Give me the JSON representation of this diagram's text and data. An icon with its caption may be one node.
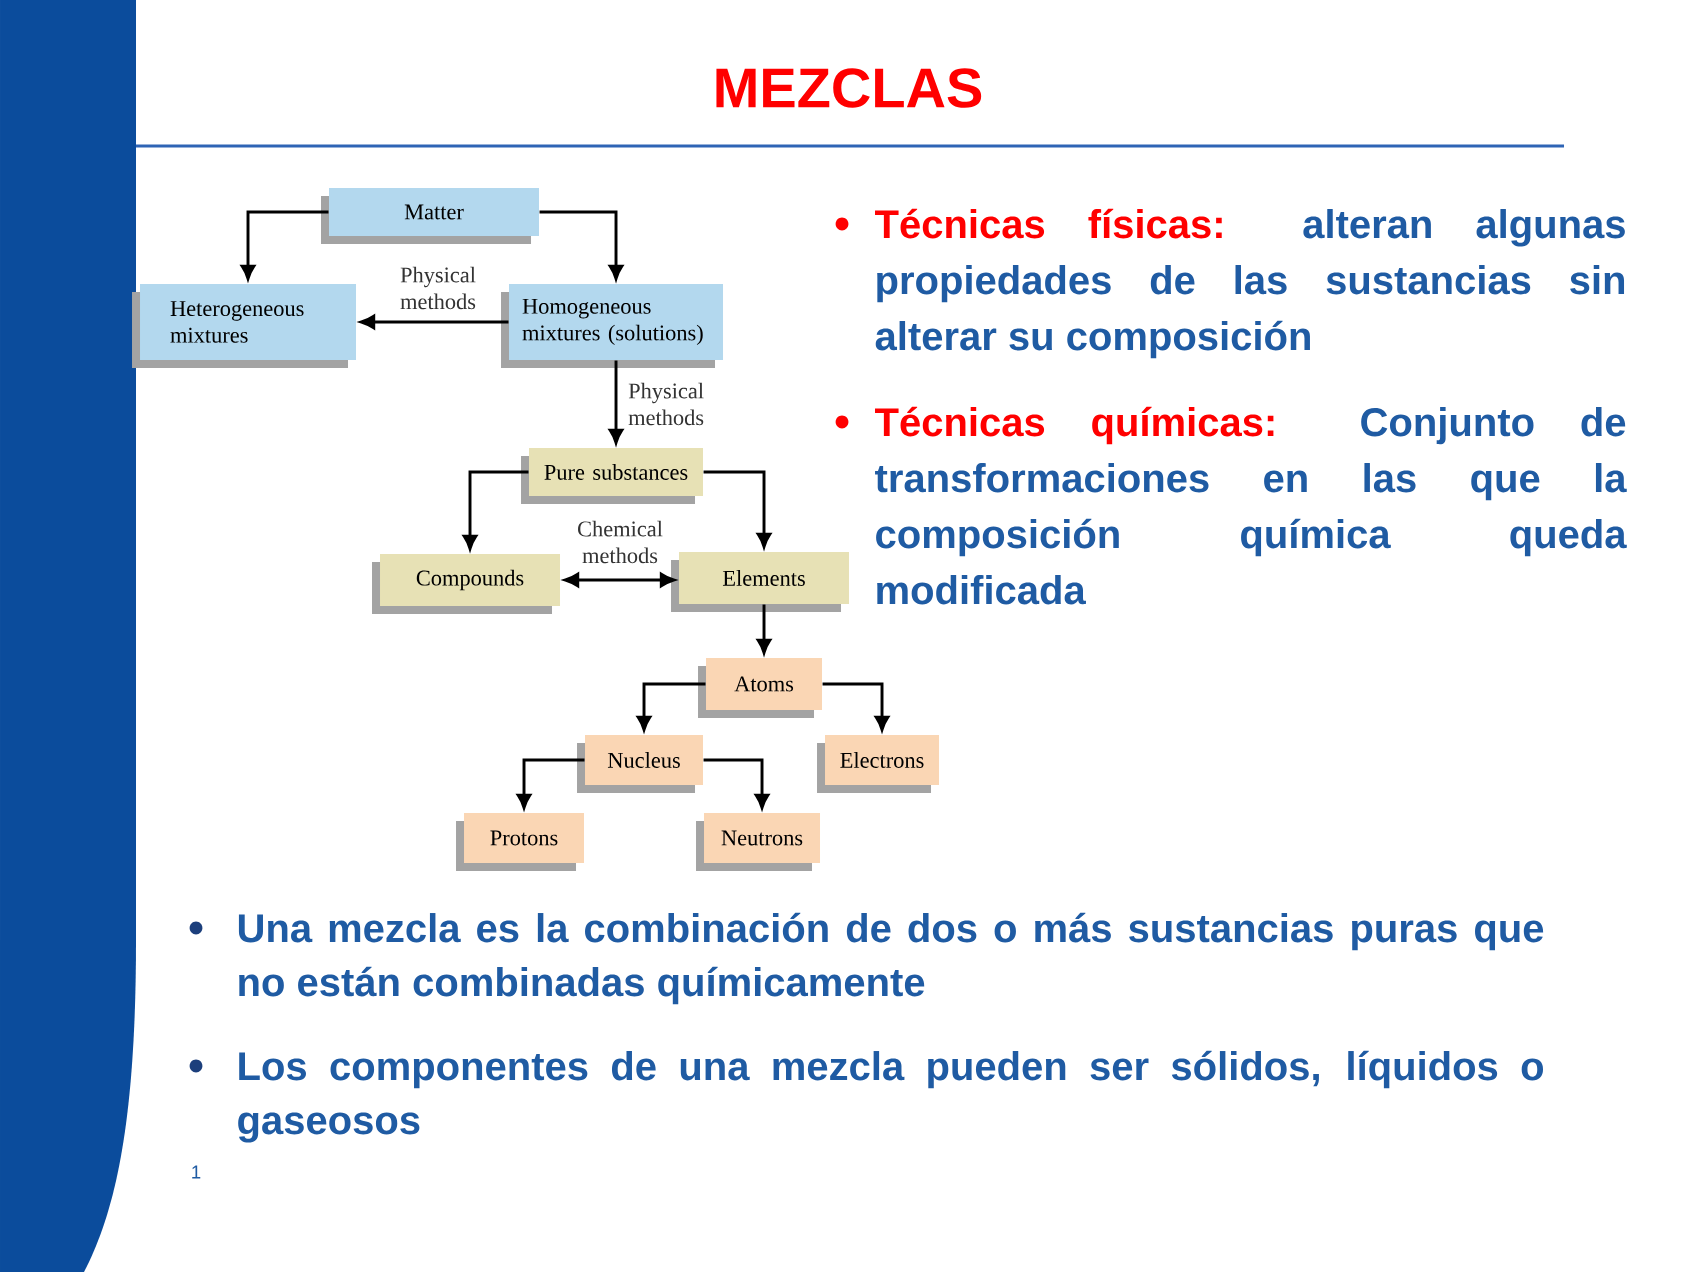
{
  "diagram": {
    "title": "MEZCLAS",
    "nodes": [
      {
        "text": [
          "Matter"
        ]
      },
      {
        "text": [
          "Heterogeneous mixtures"
        ]
      },
      {
        "text": [
          "Homogeneous mixtures (solutions)"
        ]
      },
      {
        "text": [
          "Pure substances"
        ]
      },
      {
        "text": [
          "Compounds"
        ]
      },
      {
        "text": [
          "Elements"
        ]
      },
      {
        "text": [
          "Atoms"
        ]
      },
      {
        "text": [
          "Nucleus"
        ]
      },
      {
        "text": [
          "Electrons"
        ]
      },
      {
        "text": [
          "Protons"
        ]
      },
      {
        "text": [
          "Neutrons"
        ]
      }
    ],
    "edges": [
      {
        "from": 0,
        "to": 1,
        "arrow": "to"
      },
      {
        "from": 0,
        "to": 2,
        "arrow": "to"
      },
      {
        "from": 2,
        "to": 1,
        "arrow": "to",
        "label": "Physical methods"
      },
      {
        "from": 2,
        "to": 3,
        "arrow": "to",
        "label": "Physical methods"
      },
      {
        "from": 3,
        "to": 4,
        "arrow": "to"
      },
      {
        "from": 3,
        "to": 5,
        "arrow": "to"
      },
      {
        "from": 4,
        "to": 5,
        "arrow": "both",
        "label": "Chemical methods"
      },
      {
        "from": 5,
        "to": 6,
        "arrow": "to"
      },
      {
        "from": 6,
        "to": 7,
        "arrow": "to"
      },
      {
        "from": 6,
        "to": 8,
        "arrow": "to"
      },
      {
        "from": 7,
        "to": 9,
        "arrow": "to"
      },
      {
        "from": 7,
        "to": 10,
        "arrow": "to"
      }
    ],
    "labels": [
      "Técnicas físicas:",
      "alteran algunas propiedades de las sustancias sin alterar su composición",
      "Técnicas químicas:",
      "Conjunto de transformaciones en las que la composición química queda modificada",
      "Una mezcla es la combinación de dos o más sustancias puras que no están combinadas químicamente",
      "Los componentes de una mezcla pueden ser sólidos, líquidos o gaseosos",
      "1"
    ]
  }
}
